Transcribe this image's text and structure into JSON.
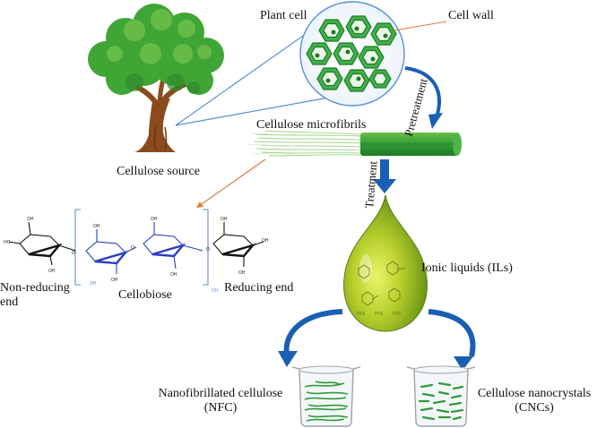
{
  "labels": {
    "plant_cell": "Plant cell",
    "cell_wall": "Cell wall",
    "cellulose_source": "Cellulose source",
    "cellulose_microfibrils": "Cellulose microfibrils",
    "pretreatment": "Pretreatment",
    "treatment": "Treatment",
    "ionic_liquids": "Ionic liquids (ILs)",
    "non_reducing_end": "Non-reducing end",
    "cellobiose": "Cellobiose",
    "reducing_end": "Reducing end",
    "nfc": "Nanofibrillated cellulose (NFC)",
    "cncs": "Cellulose nanocrystals (CNCs)"
  },
  "colors": {
    "arrow_blue": "#1a5fb4",
    "leaf_green": "#3fa535",
    "trunk_brown": "#8a4b1d",
    "fibril_green": "#2f9a3a",
    "droplet_yellow_green": "#a8c43a",
    "cellobiose_blue": "#2a3fbf",
    "callout_orange": "#e07b39",
    "magnifier_blue": "#5b8fd6"
  }
}
